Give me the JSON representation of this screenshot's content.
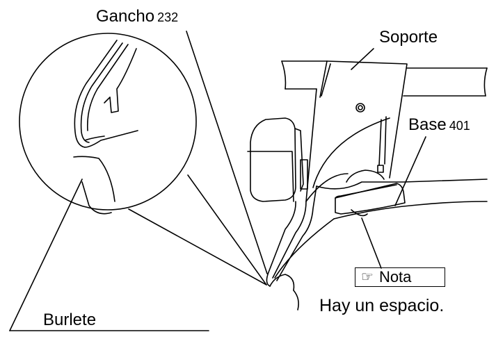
{
  "labels": {
    "gancho": "Gancho",
    "gancho_num": "232",
    "soporte": "Soporte",
    "base": "Base",
    "base_num": "401",
    "burlete": "Burlete"
  },
  "note": {
    "icon": "pointing-hand-icon",
    "label": "Nota",
    "text": "Hay un espacio."
  }
}
